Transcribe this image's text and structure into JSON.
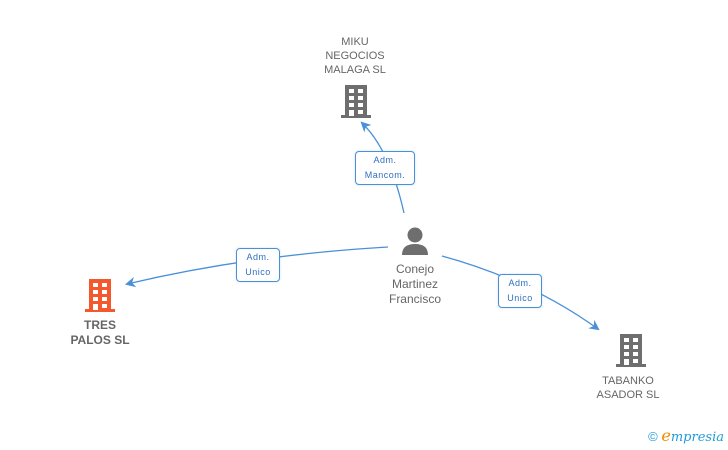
{
  "diagram": {
    "nodes": [
      {
        "id": "miku",
        "type": "company",
        "label": "MIKU\nNEGOCIOS\nMALAGA SL",
        "highlighted": false
      },
      {
        "id": "person",
        "type": "person",
        "label": "Conejo\nMartinez\nFrancisco",
        "highlighted": false
      },
      {
        "id": "tres",
        "type": "company",
        "label": "TRES\nPALOS SL",
        "highlighted": true
      },
      {
        "id": "tabanko",
        "type": "company",
        "label": "TABANKO\nASADOR  SL",
        "highlighted": false
      }
    ],
    "edges": [
      {
        "from": "person",
        "to": "miku",
        "label": "Adm.\nMancom."
      },
      {
        "from": "person",
        "to": "tres",
        "label": "Adm.\nUnico"
      },
      {
        "from": "person",
        "to": "tabanko",
        "label": "Adm.\nUnico"
      }
    ],
    "colors": {
      "edge": "#4a90d9",
      "company_icon": "#6e6e6e",
      "highlight_icon": "#f4592d",
      "person_icon": "#6e6e6e"
    }
  },
  "brand": {
    "copyright": "©",
    "e": "e",
    "rest": "mpresia"
  }
}
